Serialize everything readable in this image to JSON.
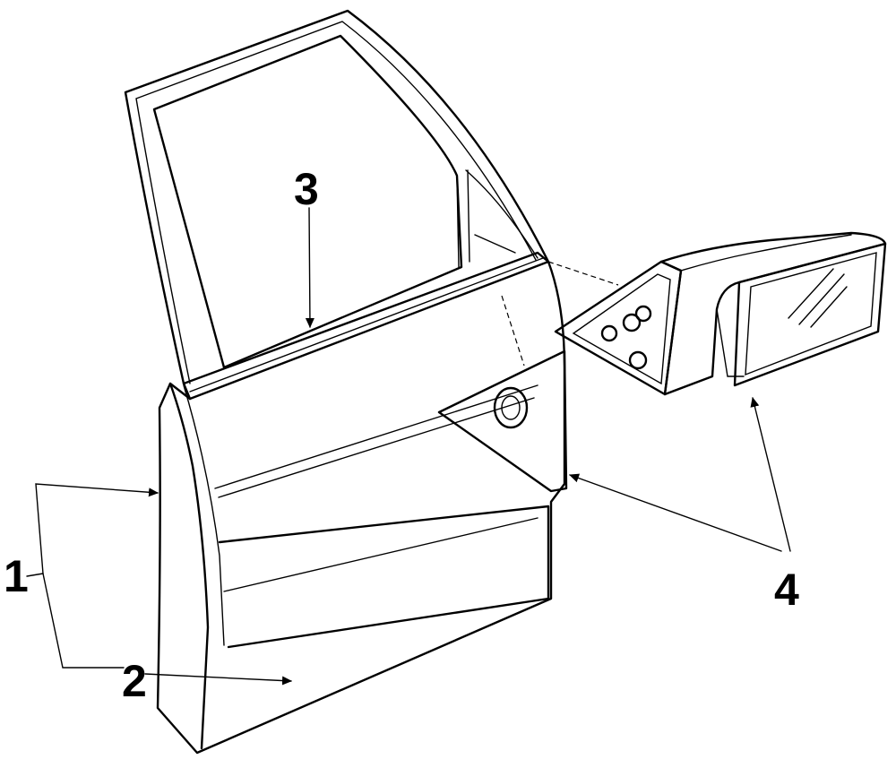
{
  "callouts": [
    {
      "number": "1",
      "part": "door-shell"
    },
    {
      "number": "2",
      "part": "lower-door-panel"
    },
    {
      "number": "3",
      "part": "belt-weatherstrip"
    },
    {
      "number": "4",
      "part": "outside-mirror"
    }
  ],
  "colors": {
    "line": "#000000",
    "background": "#ffffff"
  }
}
